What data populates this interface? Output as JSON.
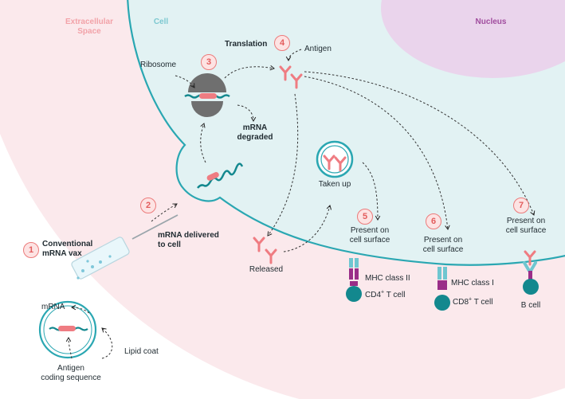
{
  "colors": {
    "extracellular": "#fbe9ec",
    "cell": "#e2f2f3",
    "cell_border": "#2aa7b2",
    "nucleus": "#ead4ec",
    "antigen": "#ef7c82",
    "step_fill": "#fde3e3",
    "teal": "#13888e",
    "purple": "#9a2e88",
    "ribosome": "#707070"
  },
  "regions": {
    "extracellular": "Extracellular\nSpace",
    "cell": "Cell",
    "nucleus": "Nucleus"
  },
  "steps": [
    "1",
    "2",
    "3",
    "4",
    "5",
    "6",
    "7"
  ],
  "labels": {
    "vax": "Conventional\nmRNA vax",
    "delivered": "mRNA delivered\nto cell",
    "ribosome": "Ribosome",
    "translation": "Translation",
    "antigen": "Antigen",
    "degraded": "mRNA\ndegraded",
    "taken_up": "Taken up",
    "released": "Released",
    "present5": "Present on\ncell surface",
    "present6": "Present on\ncell surface",
    "present7": "Present on\ncell surface",
    "mhc2": "MHC class II",
    "cd4_main": "CD4",
    "cd4_sup": "+",
    "cd4_tail": " T cell",
    "mhc1": "MHC class I",
    "cd8_main": "CD8",
    "cd8_sup": "+",
    "cd8_tail": " T cell",
    "bcell": "B cell",
    "mrna": "mRNA",
    "lipid_coat": "Lipid coat",
    "antigen_seq": "Antigen\ncoding sequence"
  }
}
